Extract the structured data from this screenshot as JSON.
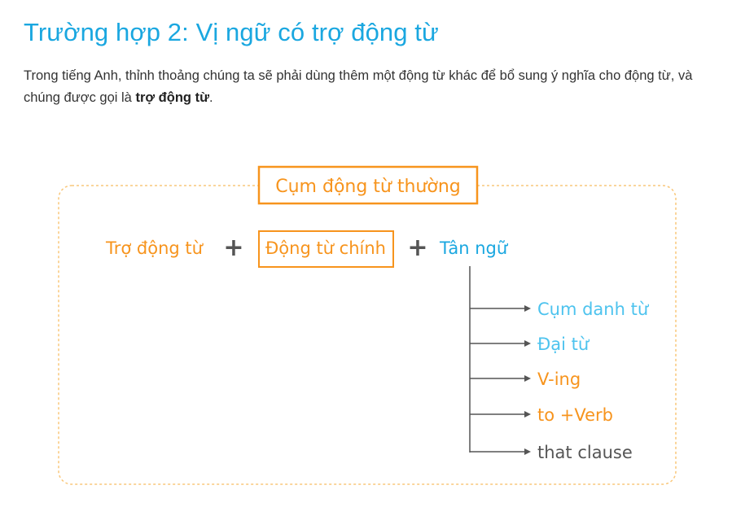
{
  "page": {
    "title": "Trường hợp 2: Vị ngữ có trợ động từ",
    "intro_before": "Trong tiếng Anh, thỉnh thoảng chúng ta sẽ phải dùng thêm một động từ khác để bổ sung ý nghĩa cho động từ, và chúng được gọi là ",
    "intro_bold": "trợ động từ",
    "intro_after": "."
  },
  "diagram": {
    "group_label": "Cụm động từ thường",
    "aux_verb": "Trợ động từ",
    "plus_symbol": "+",
    "main_verb": "Động từ chính",
    "object": "Tân ngữ",
    "object_types": [
      {
        "label": "Cụm danh từ",
        "color": "#4dc3ee"
      },
      {
        "label": "Đại từ",
        "color": "#4dc3ee"
      },
      {
        "label": "V-ing",
        "color": "#f7941d"
      },
      {
        "label": "to +Verb",
        "color": "#f7941d"
      },
      {
        "label": "that clause",
        "color": "#555555"
      }
    ],
    "colors": {
      "orange": "#f7941d",
      "blue": "#1aa7e0",
      "light_blue": "#4dc3ee",
      "gray": "#555555",
      "dashed_border": "#f9c77a"
    }
  }
}
